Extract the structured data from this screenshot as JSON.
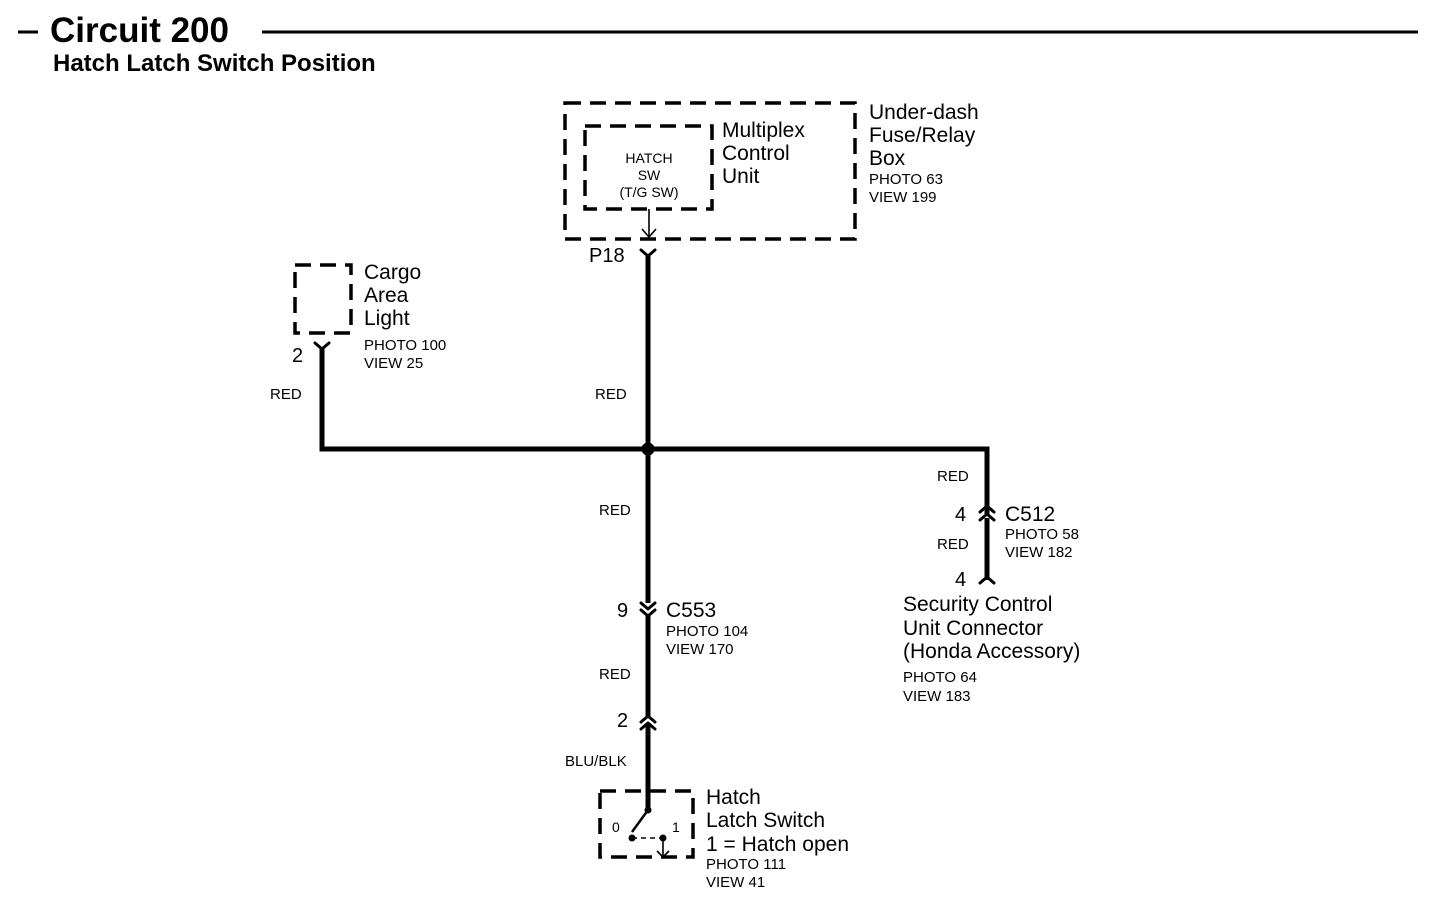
{
  "header": {
    "title": "Circuit 200",
    "subtitle": "Hatch Latch Switch Position"
  },
  "fuse_box": {
    "name_lines": [
      "Under-dash",
      "Fuse/Relay",
      "Box"
    ],
    "photo": "PHOTO 63",
    "view": "VIEW 199"
  },
  "mcu": {
    "name_lines": [
      "Multiplex",
      "Control",
      "Unit"
    ],
    "inner_lines": [
      "HATCH",
      "SW",
      "(T/G SW)"
    ],
    "pin": "P18"
  },
  "cargo_light": {
    "name_lines": [
      "Cargo",
      "Area",
      "Light"
    ],
    "photo": "PHOTO 100",
    "view": "VIEW 25",
    "pin": "2"
  },
  "wire_labels": {
    "cargo_red": "RED",
    "mcu_red": "RED",
    "center_red": "RED",
    "right_red_top": "RED",
    "right_red_mid": "RED",
    "c553_red": "RED",
    "switch_wire": "BLU/BLK"
  },
  "c512": {
    "name": "C512",
    "photo": "PHOTO 58",
    "view": "VIEW 182",
    "pin_top": "4",
    "pin_bottom": "4"
  },
  "security_unit": {
    "name_lines": [
      "Security Control",
      "Unit Connector",
      "(Honda Accessory)"
    ],
    "photo": "PHOTO 64",
    "view": "VIEW 183"
  },
  "c553": {
    "name": "C553",
    "photo": "PHOTO 104",
    "view": "VIEW 170",
    "pin": "9"
  },
  "switch_connector": {
    "pin": "2"
  },
  "hatch_switch": {
    "name_lines": [
      "Hatch",
      "Latch Switch",
      "1 = Hatch open"
    ],
    "photo": "PHOTO 111",
    "view": "VIEW 41",
    "pos0": "0",
    "pos1": "1"
  }
}
